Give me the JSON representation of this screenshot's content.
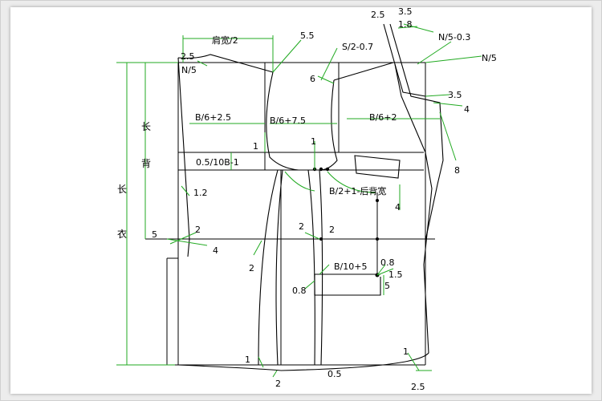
{
  "colors": {
    "green": "#22aa22",
    "black": "#000000",
    "grey": "#9a9a9a",
    "background": "#ececec"
  },
  "labels": {
    "shoulder_width": "肩宽/2",
    "v55": "5.5",
    "v25_left": "2.5",
    "n5_left": "N/5",
    "s2": "S/2-0.7",
    "v6": "6",
    "top_25": "2.5",
    "top_35": "3.5",
    "top_18": "1.8",
    "n5_03": "N/5-0.3",
    "n5_right": "N/5",
    "v35_right": "3.5",
    "v4_right": "4",
    "b6_25": "B/6+2.5",
    "b6_75": "B/6+7.5",
    "b6_2": "B/6+2",
    "v8": "8",
    "v1_a": "1",
    "v1_b": "1",
    "b10_1": "0.5/10B-1",
    "v12": "1.2",
    "b2_back": "B/2+1-后背宽",
    "v4_mid": "4",
    "v5_left": "5",
    "v2_a": "2",
    "v4_left": "4",
    "v2_b": "2",
    "v2_c": "2",
    "v2_d": "2",
    "b10_5": "B/10+5",
    "v08_a": "0.8",
    "v15": "1.5",
    "v5_pocket": "5",
    "v08_b": "0.8",
    "v1_bottom_left": "1",
    "v2_bottom": "2",
    "v05_bottom": "0.5",
    "v1_bottom_right": "1",
    "v25_bottom": "2.5",
    "bei": "背",
    "chang_upper": "长",
    "chang_lower": "长",
    "yi": "衣"
  }
}
